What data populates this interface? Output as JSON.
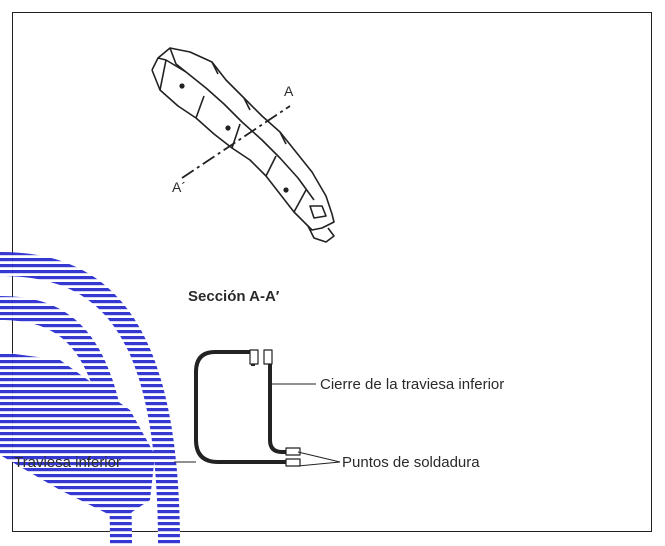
{
  "figure": {
    "marker_a": "A",
    "marker_a_prime": "A´",
    "section_title": "Sección A-A′",
    "labels": {
      "closure": "Cierre de la traviesa inferior",
      "crossmember": "Traviesa inferior",
      "weld_points": "Puntos de soldadura"
    }
  },
  "colors": {
    "line": "#222222",
    "watermark": "#2c2ed0"
  }
}
